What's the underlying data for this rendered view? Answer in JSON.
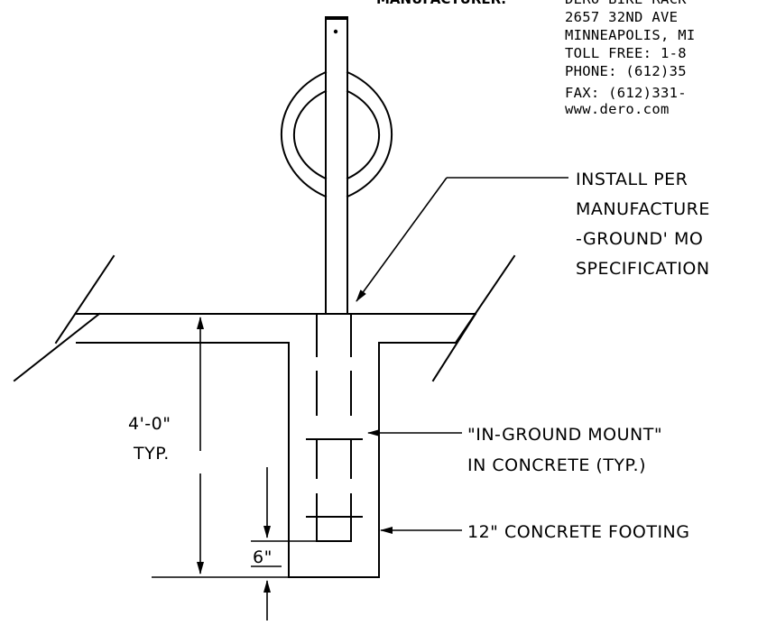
{
  "manufacturer": {
    "heading": "MANUFACTURER:",
    "lines": [
      "DERO BIKE RACK",
      "2657 32ND AVE",
      "MINNEAPOLIS, MI",
      "TOLL FREE: 1-8",
      "PHONE: (612)35",
      "FAX: (612)331-",
      "www.dero.com"
    ]
  },
  "notes": {
    "install": [
      "INSTALL PER",
      "MANUFACTURE",
      "-GROUND' MO",
      "SPECIFICATION"
    ],
    "mount": [
      "\"IN-GROUND MOUNT\"",
      "IN CONCRETE (TYP.)"
    ],
    "footing": "12\" CONCRETE FOOTING"
  },
  "dimensions": {
    "depth": [
      "4'-0\"",
      "TYP."
    ],
    "clearance": "6\""
  }
}
